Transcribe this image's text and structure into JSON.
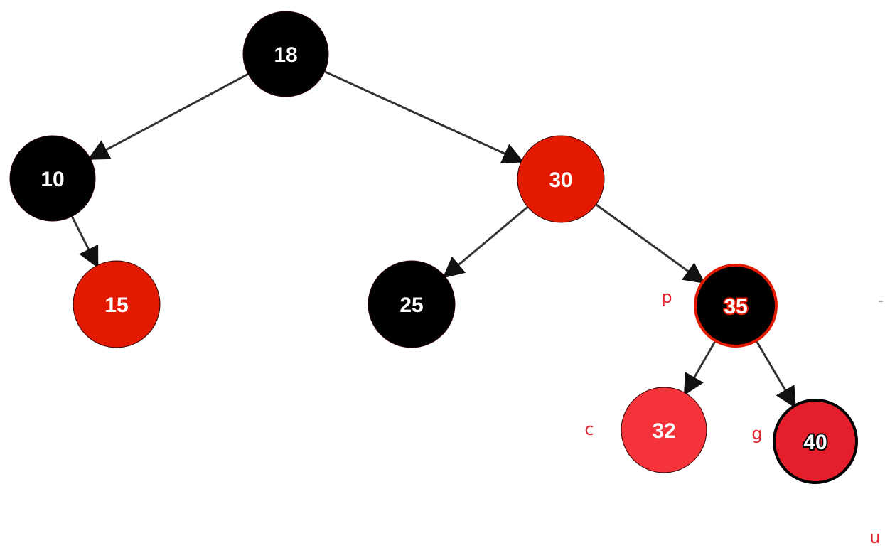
{
  "colors": {
    "black_node": "#000000",
    "red_node": "#e41a00",
    "light_red_node": "#f5333a",
    "crimson_node": "#e51e2b",
    "edge": "#333333",
    "annotation": "#e0262f",
    "white": "#ffffff"
  },
  "nodes": [
    {
      "id": "n18",
      "value": "18",
      "color": "black"
    },
    {
      "id": "n10",
      "value": "10",
      "color": "black"
    },
    {
      "id": "n30",
      "value": "30",
      "color": "red"
    },
    {
      "id": "n15",
      "value": "15",
      "color": "red"
    },
    {
      "id": "n25",
      "value": "25",
      "color": "black"
    },
    {
      "id": "n35",
      "value": "35",
      "color": "black",
      "outline": "red",
      "text_outline": "red"
    },
    {
      "id": "n32",
      "value": "32",
      "color": "light_red"
    },
    {
      "id": "n40",
      "value": "40",
      "color": "crimson",
      "outline": "black",
      "text_outline": "black"
    }
  ],
  "edges": [
    {
      "from": "n18",
      "to": "n10"
    },
    {
      "from": "n18",
      "to": "n30"
    },
    {
      "from": "n10",
      "to": "n15"
    },
    {
      "from": "n30",
      "to": "n25"
    },
    {
      "from": "n30",
      "to": "n35"
    },
    {
      "from": "n35",
      "to": "n32"
    },
    {
      "from": "n35",
      "to": "n40"
    }
  ],
  "annotations": [
    {
      "id": "p",
      "text": "p"
    },
    {
      "id": "c",
      "text": "c"
    },
    {
      "id": "g",
      "text": "g"
    },
    {
      "id": "u",
      "text": "u"
    }
  ]
}
